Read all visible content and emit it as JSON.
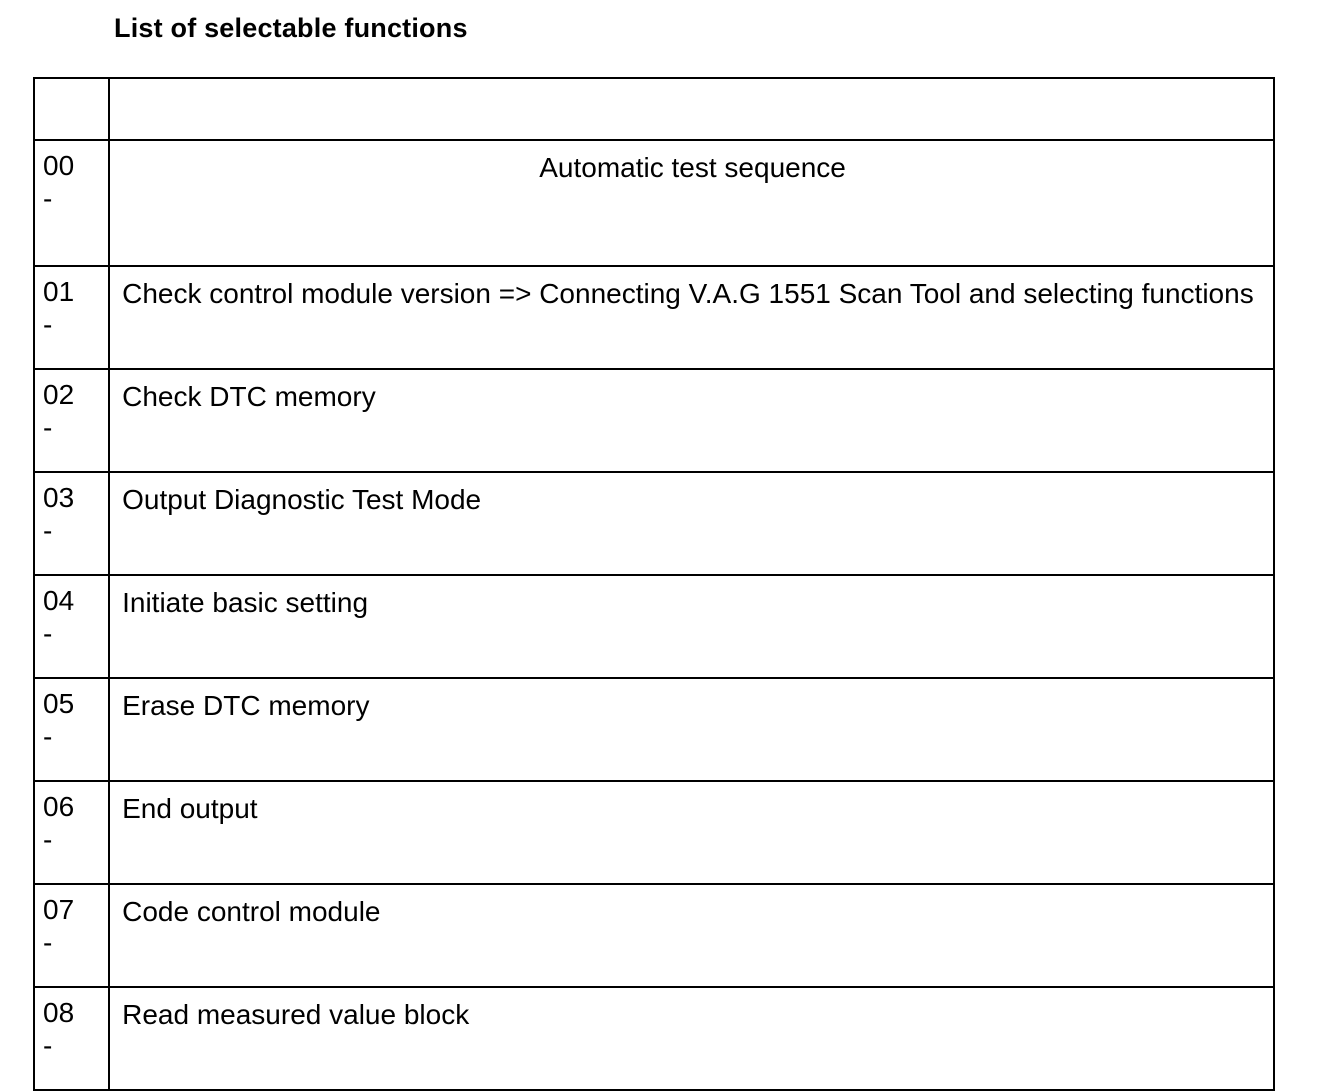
{
  "document": {
    "title": "List of selectable functions"
  },
  "table": {
    "columns": [
      "",
      ""
    ],
    "header_row": {
      "code": "",
      "description": ""
    },
    "rows": [
      {
        "code": "00",
        "dash": "-",
        "description": "Automatic test sequence",
        "align": "center"
      },
      {
        "code": "01",
        "dash": "-",
        "description": "Check control module version => Connecting V.A.G 1551 Scan Tool and selecting functions",
        "align": "left"
      },
      {
        "code": "02",
        "dash": "-",
        "description": "Check DTC memory",
        "align": "left"
      },
      {
        "code": "03",
        "dash": "-",
        "description": "Output Diagnostic Test Mode",
        "align": "left"
      },
      {
        "code": "04",
        "dash": "-",
        "description": "Initiate basic setting",
        "align": "left"
      },
      {
        "code": "05",
        "dash": "-",
        "description": "Erase DTC memory",
        "align": "left"
      },
      {
        "code": "06",
        "dash": "-",
        "description": "End output",
        "align": "left"
      },
      {
        "code": "07",
        "dash": "-",
        "description": "Code control module",
        "align": "left"
      },
      {
        "code": "08",
        "dash": "-",
        "description": "Read measured value block",
        "align": "left"
      }
    ]
  },
  "colors": {
    "text": "#000000",
    "border": "#000000",
    "background": "#ffffff"
  }
}
